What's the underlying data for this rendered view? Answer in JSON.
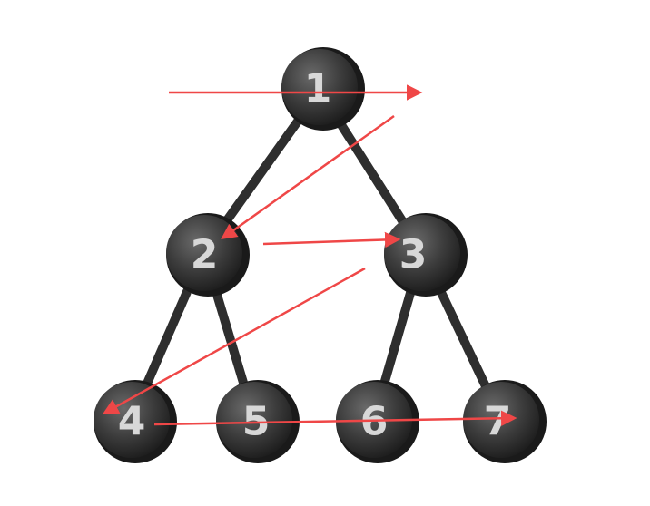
{
  "tree": {
    "nodes": [
      {
        "id": "n1",
        "label": "1"
      },
      {
        "id": "n2",
        "label": "2"
      },
      {
        "id": "n3",
        "label": "3"
      },
      {
        "id": "n4",
        "label": "4"
      },
      {
        "id": "n5",
        "label": "5"
      },
      {
        "id": "n6",
        "label": "6"
      },
      {
        "id": "n7",
        "label": "7"
      }
    ],
    "edges": [
      {
        "from": "n1",
        "to": "n2"
      },
      {
        "from": "n1",
        "to": "n3"
      },
      {
        "from": "n2",
        "to": "n4"
      },
      {
        "from": "n2",
        "to": "n5"
      },
      {
        "from": "n3",
        "to": "n6"
      },
      {
        "from": "n3",
        "to": "n7"
      }
    ],
    "traversal_order": [
      "n1",
      "n2",
      "n3",
      "n4",
      "n7"
    ]
  },
  "colors": {
    "node_fill": "#3a3a3a",
    "node_stroke": "#111111",
    "node_label": "#d8d8d8",
    "edge": "#2e2e2e",
    "arrow": "#ef4747"
  }
}
